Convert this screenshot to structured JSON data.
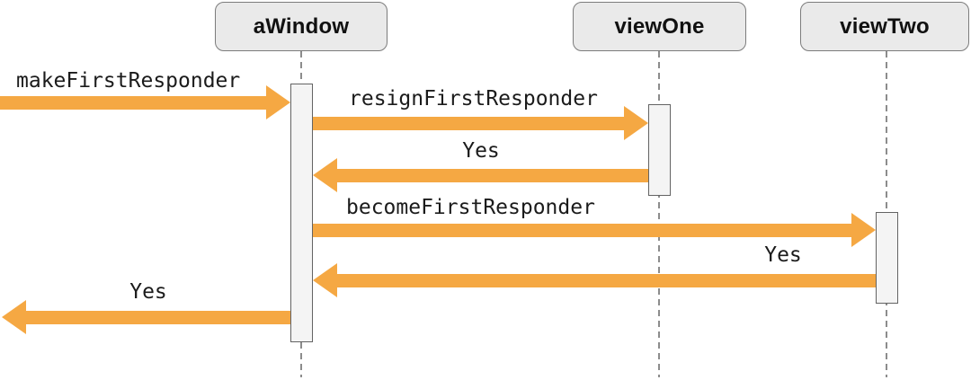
{
  "colors": {
    "background": "#ffffff",
    "arrow": "#f5a843",
    "header_fill": "#eaeaea",
    "header_border": "#7c7c7c",
    "bar_fill": "#f4f4f4",
    "bar_border": "#636363",
    "lifeline": "#8c8c8c",
    "text": "#1b1b1b"
  },
  "participants": [
    {
      "label": "aWindow"
    },
    {
      "label": "viewOne"
    },
    {
      "label": "viewTwo"
    }
  ],
  "messages": [
    {
      "label": "makeFirstResponder",
      "from": "(external)",
      "to": "aWindow",
      "direction": "right"
    },
    {
      "label": "resignFirstResponder",
      "from": "aWindow",
      "to": "viewOne",
      "direction": "right"
    },
    {
      "label": "Yes",
      "from": "viewOne",
      "to": "aWindow",
      "direction": "left"
    },
    {
      "label": "becomeFirstResponder",
      "from": "aWindow",
      "to": "viewTwo",
      "direction": "right"
    },
    {
      "label": "Yes",
      "from": "viewTwo",
      "to": "aWindow",
      "direction": "left"
    },
    {
      "label": "Yes",
      "from": "aWindow",
      "to": "(external)",
      "direction": "left"
    }
  ]
}
